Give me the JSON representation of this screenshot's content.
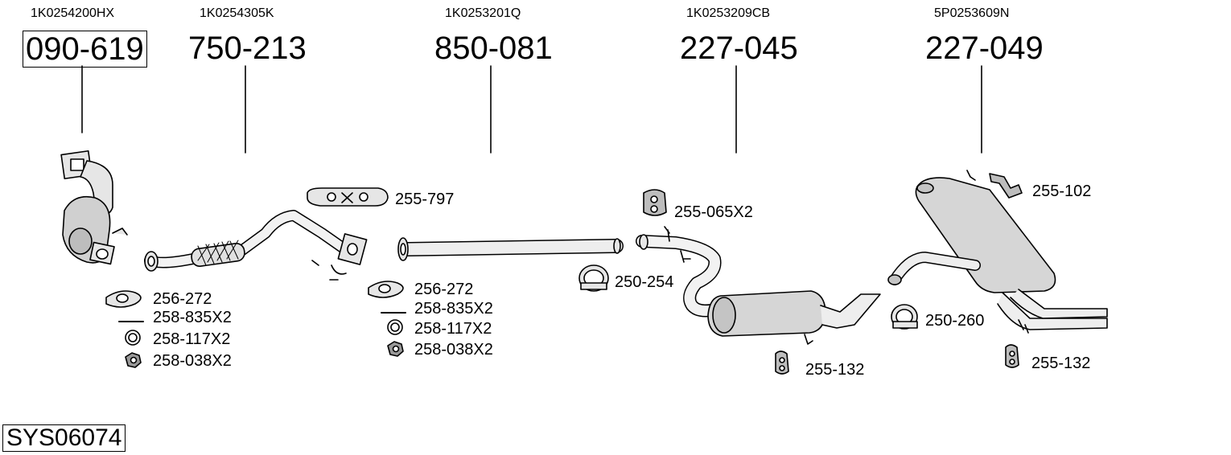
{
  "columns": [
    {
      "oem": "1K0254200HX",
      "number": "090-619",
      "boxed": true
    },
    {
      "oem": "1K0254305K",
      "number": "750-213",
      "boxed": false
    },
    {
      "oem": "1K0253201Q",
      "number": "850-081",
      "boxed": false
    },
    {
      "oem": "1K0253209CB",
      "number": "227-045",
      "boxed": false
    },
    {
      "oem": "5P0253609N",
      "number": "227-049",
      "boxed": false
    }
  ],
  "parts": {
    "gasket_a": "256-272",
    "bolt_a": "258-835X2",
    "washer_a": "258-117X2",
    "nut_a": "258-038X2",
    "hanger_797": "255-797",
    "gasket_b": "256-272",
    "bolt_b": "258-835X2",
    "washer_b": "258-117X2",
    "nut_b": "258-038X2",
    "clamp_254": "250-254",
    "rubber_065": "255-065X2",
    "rubber_132_a": "255-132",
    "clamp_260": "250-260",
    "bracket_102": "255-102",
    "rubber_132_b": "255-132"
  },
  "system_id": "SYS06074"
}
